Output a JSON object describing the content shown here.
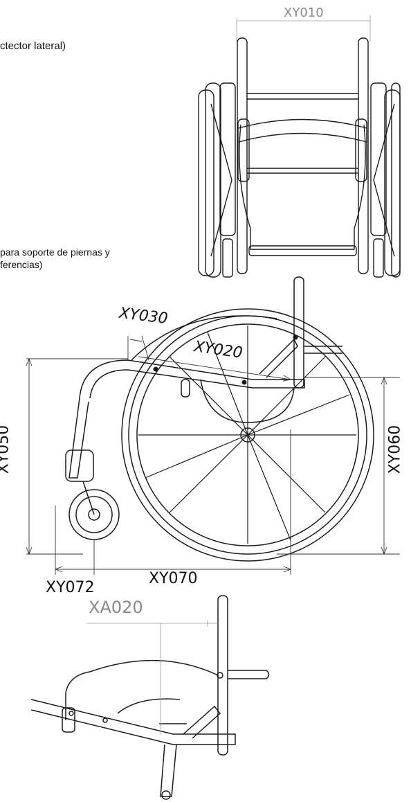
{
  "notes": {
    "side_protector": "ctector lateral)",
    "leg_support_line1": "para soporte de piernas y",
    "leg_support_line2": "ferencias)"
  },
  "dimensions": {
    "front_width": "XY010",
    "seat_depth_offset": "XY030",
    "seat_length": "XY020",
    "front_height": "XY050",
    "rear_height": "XY060",
    "wheelbase": "XY070",
    "caster_offset": "XY072",
    "backrest_offset": "XA020"
  },
  "colors": {
    "line": "#1a1a1a",
    "dim_line": "#333333",
    "light_dim": "#999999"
  }
}
